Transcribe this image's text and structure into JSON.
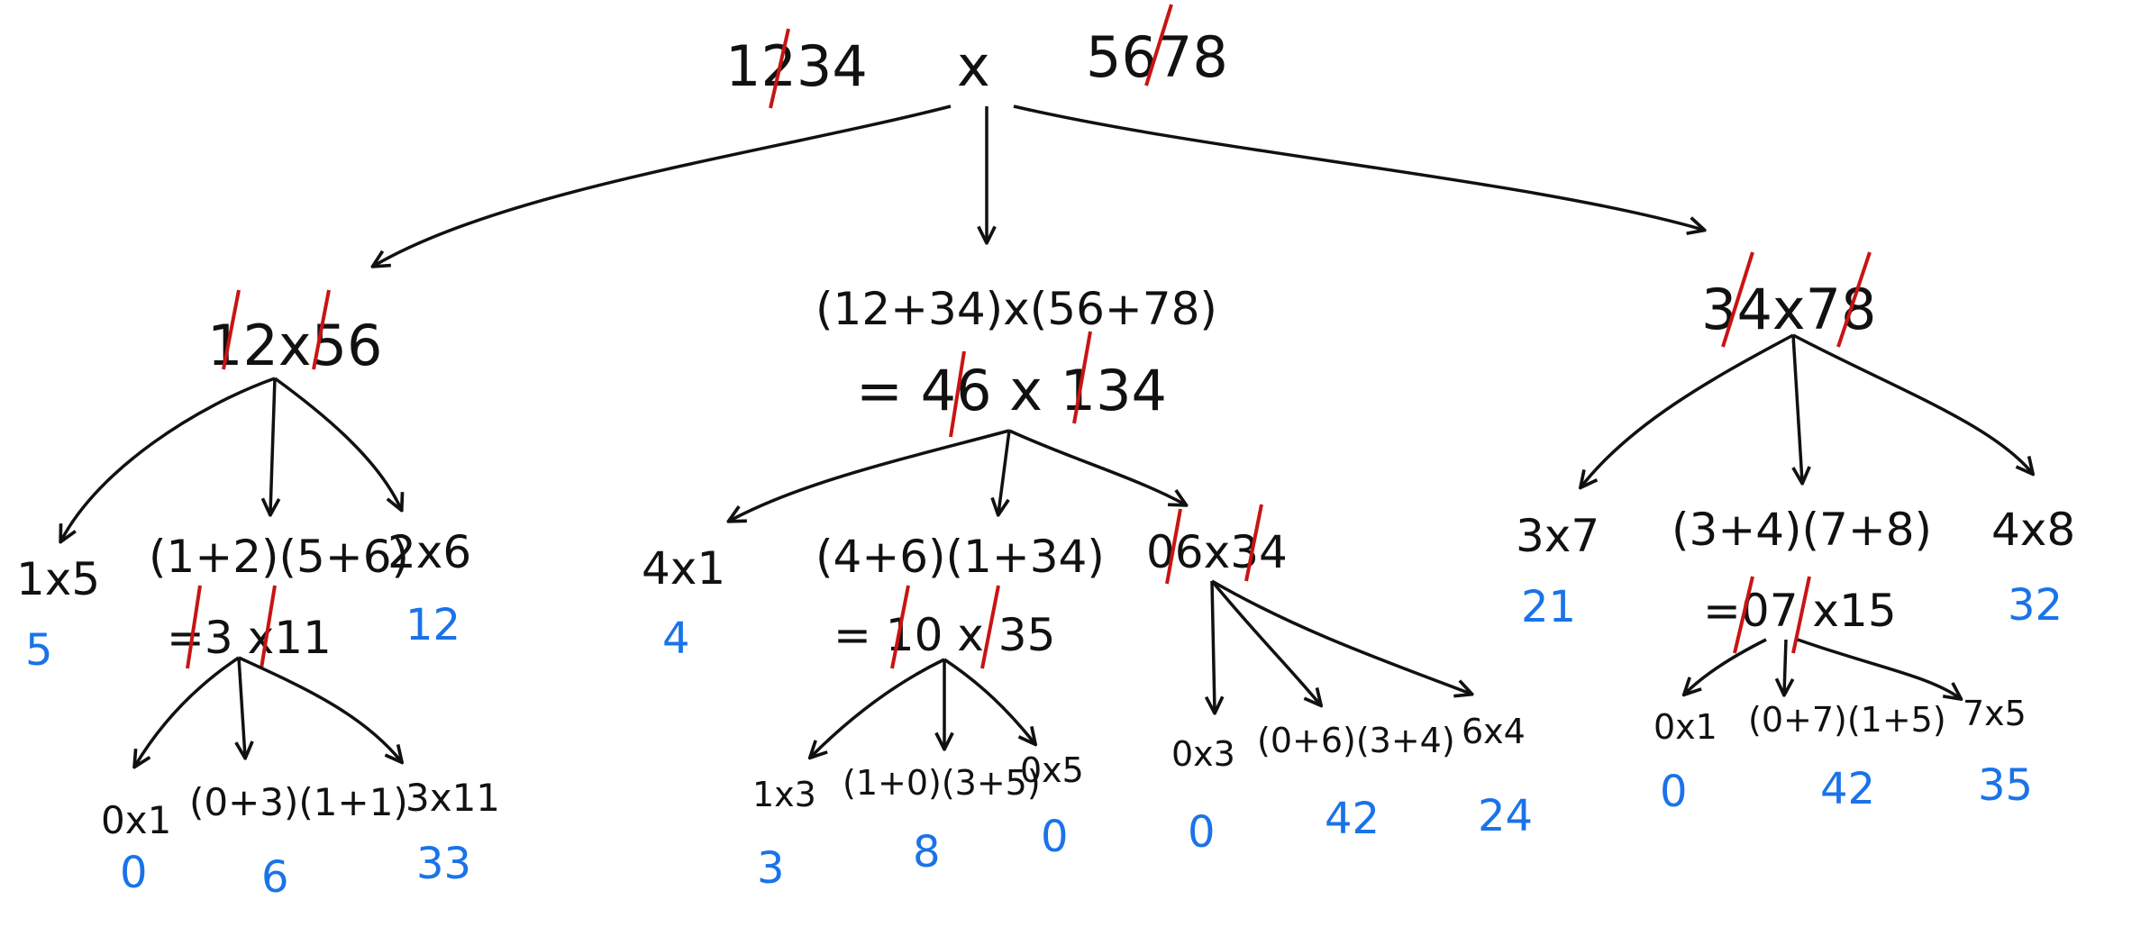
{
  "colors": {
    "ink": "#111111",
    "strike": "#c81414",
    "result": "#1a73e8",
    "background": "#ffffff"
  },
  "root": {
    "left_operand": "1234",
    "times": "x",
    "right_operand": "5678"
  },
  "branch_left": {
    "expression": "12x56",
    "children": [
      {
        "expr": "1x5",
        "value": "5"
      },
      {
        "expr": "(1+2)(5+6)",
        "sub": "=3 x11",
        "grandchildren": [
          {
            "expr": "0x1",
            "value": "0"
          },
          {
            "expr": "(0+3)(1+1)",
            "value": "6"
          },
          {
            "expr": "3x11",
            "value": "33"
          }
        ]
      },
      {
        "expr": "2x6",
        "value": "12"
      }
    ]
  },
  "branch_mid": {
    "expression": "(12+34)x(56+78)",
    "sub": "= 46 x 134",
    "children": [
      {
        "expr": "4x1",
        "value": "4"
      },
      {
        "expr": "(4+6)(1+34)",
        "sub": "= 10 x 35",
        "grandchildren": [
          {
            "expr": "1x3",
            "value": "3"
          },
          {
            "expr": "(1+0)(3+5)",
            "value": "8"
          },
          {
            "expr": "0x5",
            "value": "0"
          }
        ]
      },
      {
        "expr": "06x34",
        "grandchildren": [
          {
            "expr": "0x3",
            "value": "0"
          },
          {
            "expr": "(0+6)(3+4)",
            "value": "42"
          },
          {
            "expr": "6x4",
            "value": "24"
          }
        ]
      }
    ]
  },
  "branch_right": {
    "expression": "34x78",
    "children": [
      {
        "expr": "3x7",
        "value": "21"
      },
      {
        "expr": "(3+4)(7+8)",
        "sub": "=07 x15",
        "grandchildren": [
          {
            "expr": "0x1",
            "value": "0"
          },
          {
            "expr": "(0+7)(1+5)",
            "value": "42"
          },
          {
            "expr": "7x5",
            "value": "35"
          }
        ]
      },
      {
        "expr": "4x8",
        "value": "32"
      }
    ]
  }
}
